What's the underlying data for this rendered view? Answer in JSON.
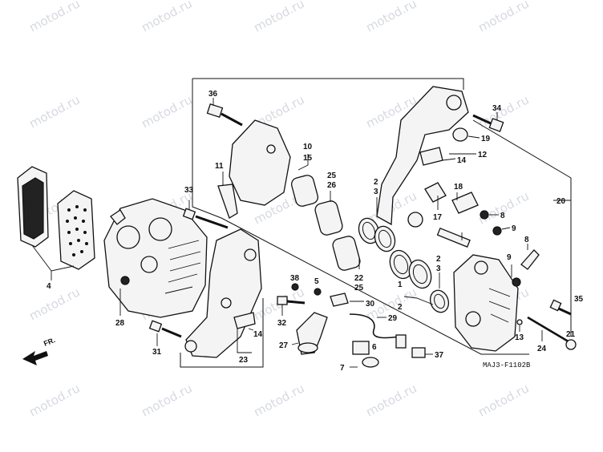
{
  "watermark": "motod.ru",
  "diagram_code": "MAJ3-F1102B",
  "direction_label": "FR.",
  "callouts": {
    "c36": "36",
    "c10": "10",
    "c15": "15",
    "c11": "11",
    "c25a": "25",
    "c26": "26",
    "c2a": "2",
    "c3a": "3",
    "c18": "18",
    "c17": "17",
    "c14a": "14",
    "c12": "12",
    "c19": "19",
    "c34": "34",
    "c20": "20",
    "c33": "33",
    "c4": "4",
    "c28": "28",
    "c31": "31",
    "c14b": "14",
    "c23": "23",
    "c38": "38",
    "c5": "5",
    "c32": "32",
    "c30": "30",
    "c27": "27",
    "c22": "22",
    "c25b": "25",
    "c1": "1",
    "c2b": "2",
    "c3b": "3",
    "c2c": "2",
    "c29": "29",
    "c6": "6",
    "c7": "7",
    "c37": "37",
    "c8a": "8",
    "c9a": "9",
    "c8b": "8",
    "c9b": "9",
    "c35": "35",
    "c13": "13",
    "c24": "24",
    "c21": "21"
  }
}
